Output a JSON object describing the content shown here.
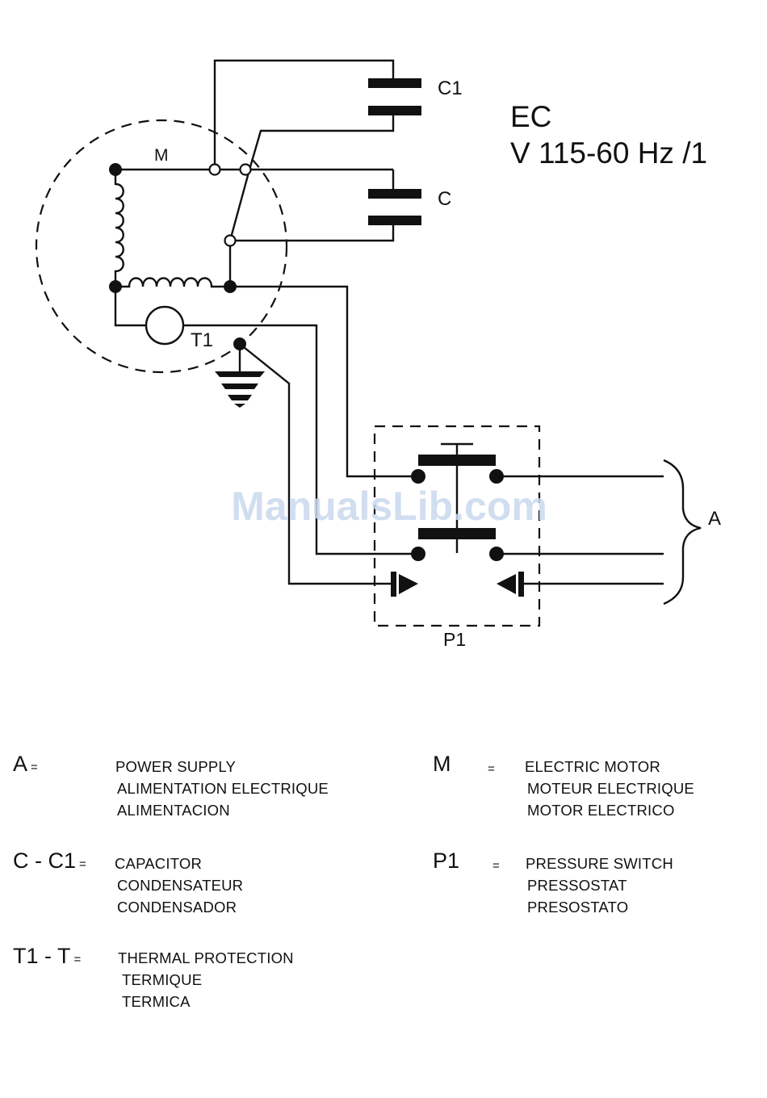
{
  "diagram": {
    "title": "EC",
    "subtitle": "V 115-60 Hz /1",
    "labels": {
      "motor": "M",
      "capacitor_c1": "C1",
      "capacitor_c": "C",
      "thermal": "T1",
      "pressure_switch": "P1",
      "power_supply": "A"
    },
    "watermark": "ManualsLib.com"
  },
  "legend": [
    {
      "key": "A",
      "eq": "=",
      "lines": [
        "POWER SUPPLY",
        "ALIMENTATION ELECTRIQUE",
        "ALIMENTACION"
      ]
    },
    {
      "key": "M",
      "eq": "=",
      "lines": [
        "ELECTRIC MOTOR",
        "MOTEUR ELECTRIQUE",
        "MOTOR ELECTRICO"
      ]
    },
    {
      "key": "C - C1",
      "eq": "=",
      "lines": [
        "CAPACITOR",
        "CONDENSATEUR",
        "CONDENSADOR"
      ]
    },
    {
      "key": "P1",
      "eq": "=",
      "lines": [
        "PRESSURE SWITCH",
        "PRESSOSTAT",
        "PRESOSTATO"
      ]
    },
    {
      "key": "T1 - T",
      "eq": "=",
      "lines": [
        "THERMAL PROTECTION",
        "TERMIQUE",
        "TERMICA"
      ]
    }
  ]
}
